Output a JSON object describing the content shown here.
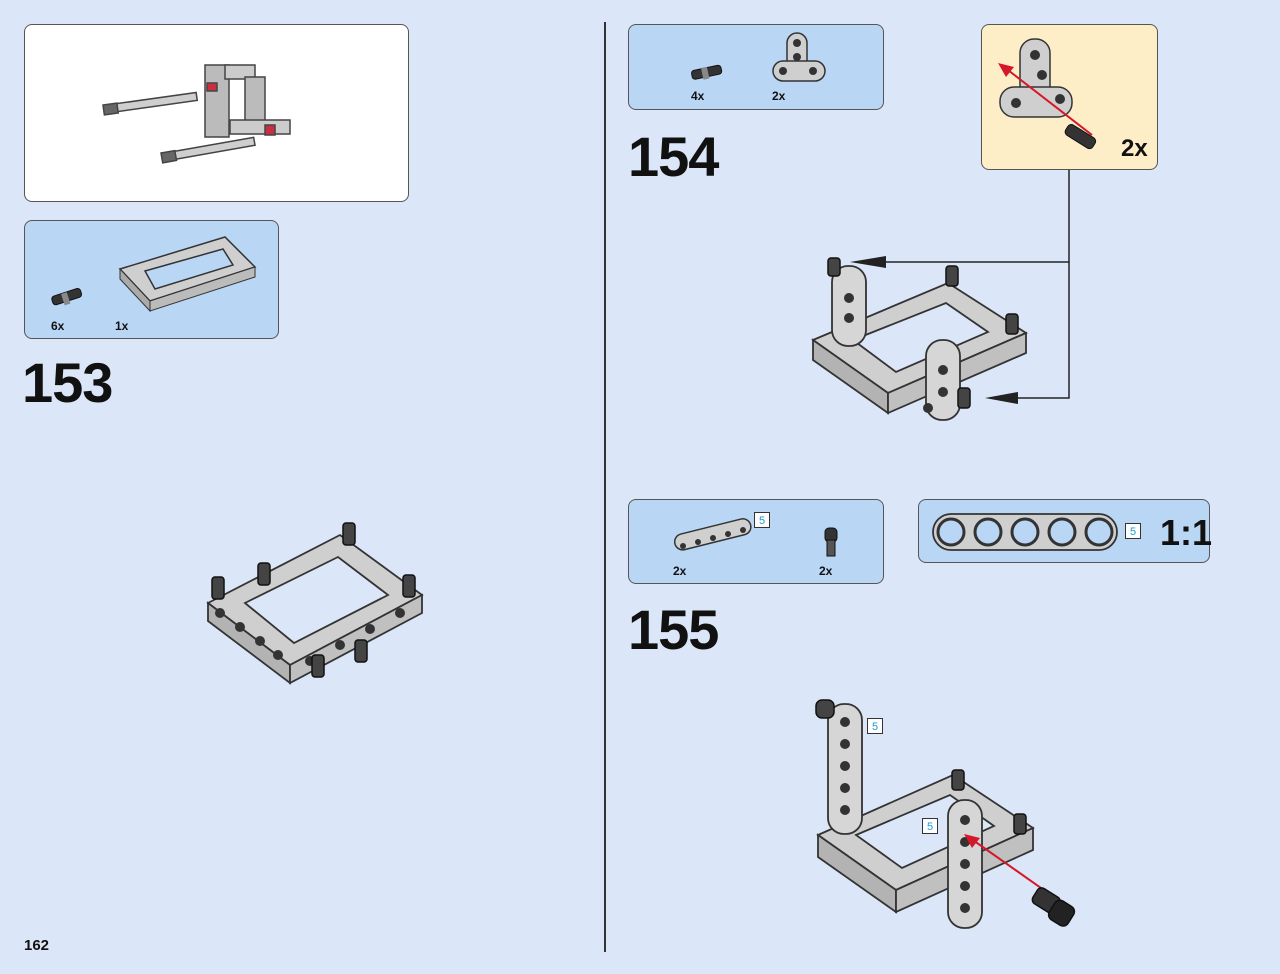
{
  "page": {
    "number": "162"
  },
  "steps": [
    {
      "number": "153",
      "parts": [
        {
          "qty": "6x",
          "icon": "pin-icon"
        },
        {
          "qty": "1x",
          "icon": "frame-icon"
        }
      ]
    },
    {
      "number": "154",
      "parts": [
        {
          "qty": "4x",
          "icon": "pin-icon"
        },
        {
          "qty": "2x",
          "icon": "t-beam-icon"
        }
      ],
      "callout": {
        "qty": "2x"
      }
    },
    {
      "number": "155",
      "parts": [
        {
          "qty": "2x",
          "icon": "beam-5-icon",
          "length": "5"
        },
        {
          "qty": "2x",
          "icon": "axle-pin-icon"
        }
      ],
      "scale": {
        "label": "1:1",
        "length": "5"
      },
      "model_tags": [
        "5",
        "5"
      ]
    }
  ],
  "colors": {
    "background": "#dbe7f8",
    "parts_box": "#b9d6f5",
    "callout": "#fdeec8",
    "arrow": "#d4182a"
  }
}
